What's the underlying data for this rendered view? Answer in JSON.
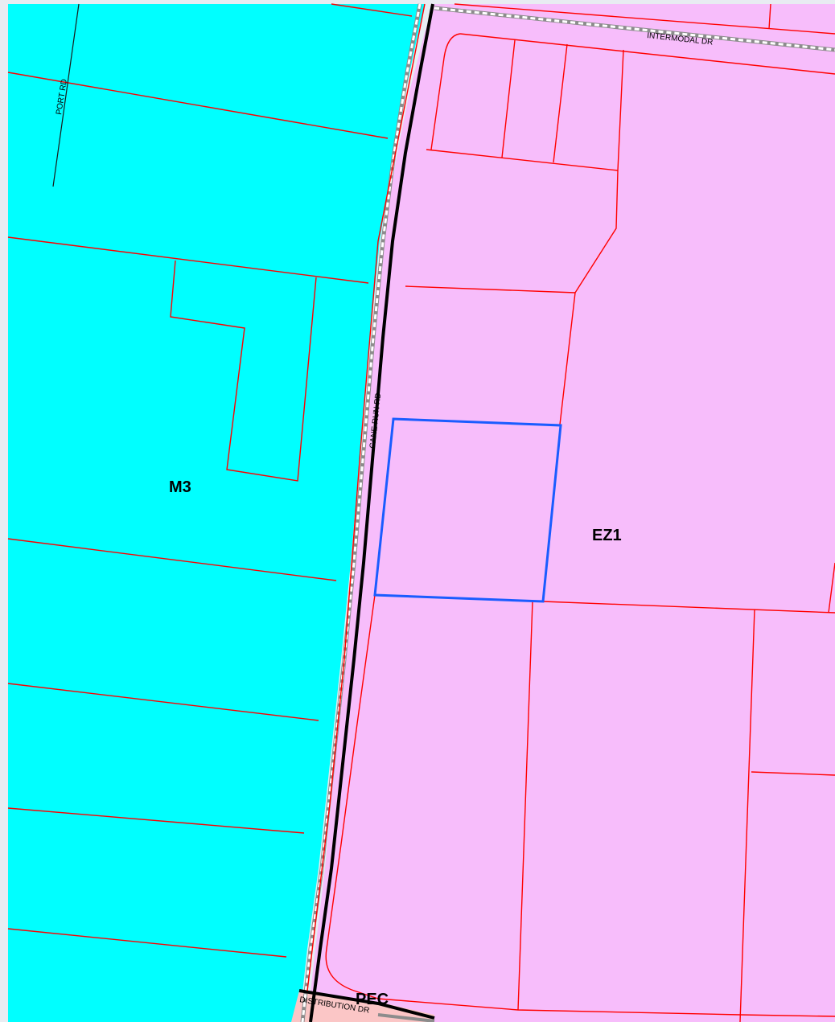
{
  "map": {
    "colors": {
      "m3_zone": "#00ffff",
      "ez1_zone": "#f7bdfb",
      "pec_zone": "#fbc6c6",
      "parcel_line": "#ff0000",
      "selected_parcel": "#1a5cff",
      "road_casing": "#000000",
      "railway": "#8c8c8c",
      "frame_background": "#e8ecf2"
    },
    "zones": [
      {
        "id": "m3",
        "label": "M3"
      },
      {
        "id": "ez1",
        "label": "EZ1"
      },
      {
        "id": "pec",
        "label": "PEC"
      }
    ],
    "roads": [
      {
        "id": "port-rd",
        "label": "PORT RD"
      },
      {
        "id": "cane-run-rd",
        "label": "CANE RUN RD"
      },
      {
        "id": "intermodal-dr",
        "label": "INTERMODAL DR"
      },
      {
        "id": "distribution-dr",
        "label": "DISTRIBUTION DR"
      }
    ],
    "selected_parcel": {
      "label": "",
      "highlighted": true
    }
  }
}
